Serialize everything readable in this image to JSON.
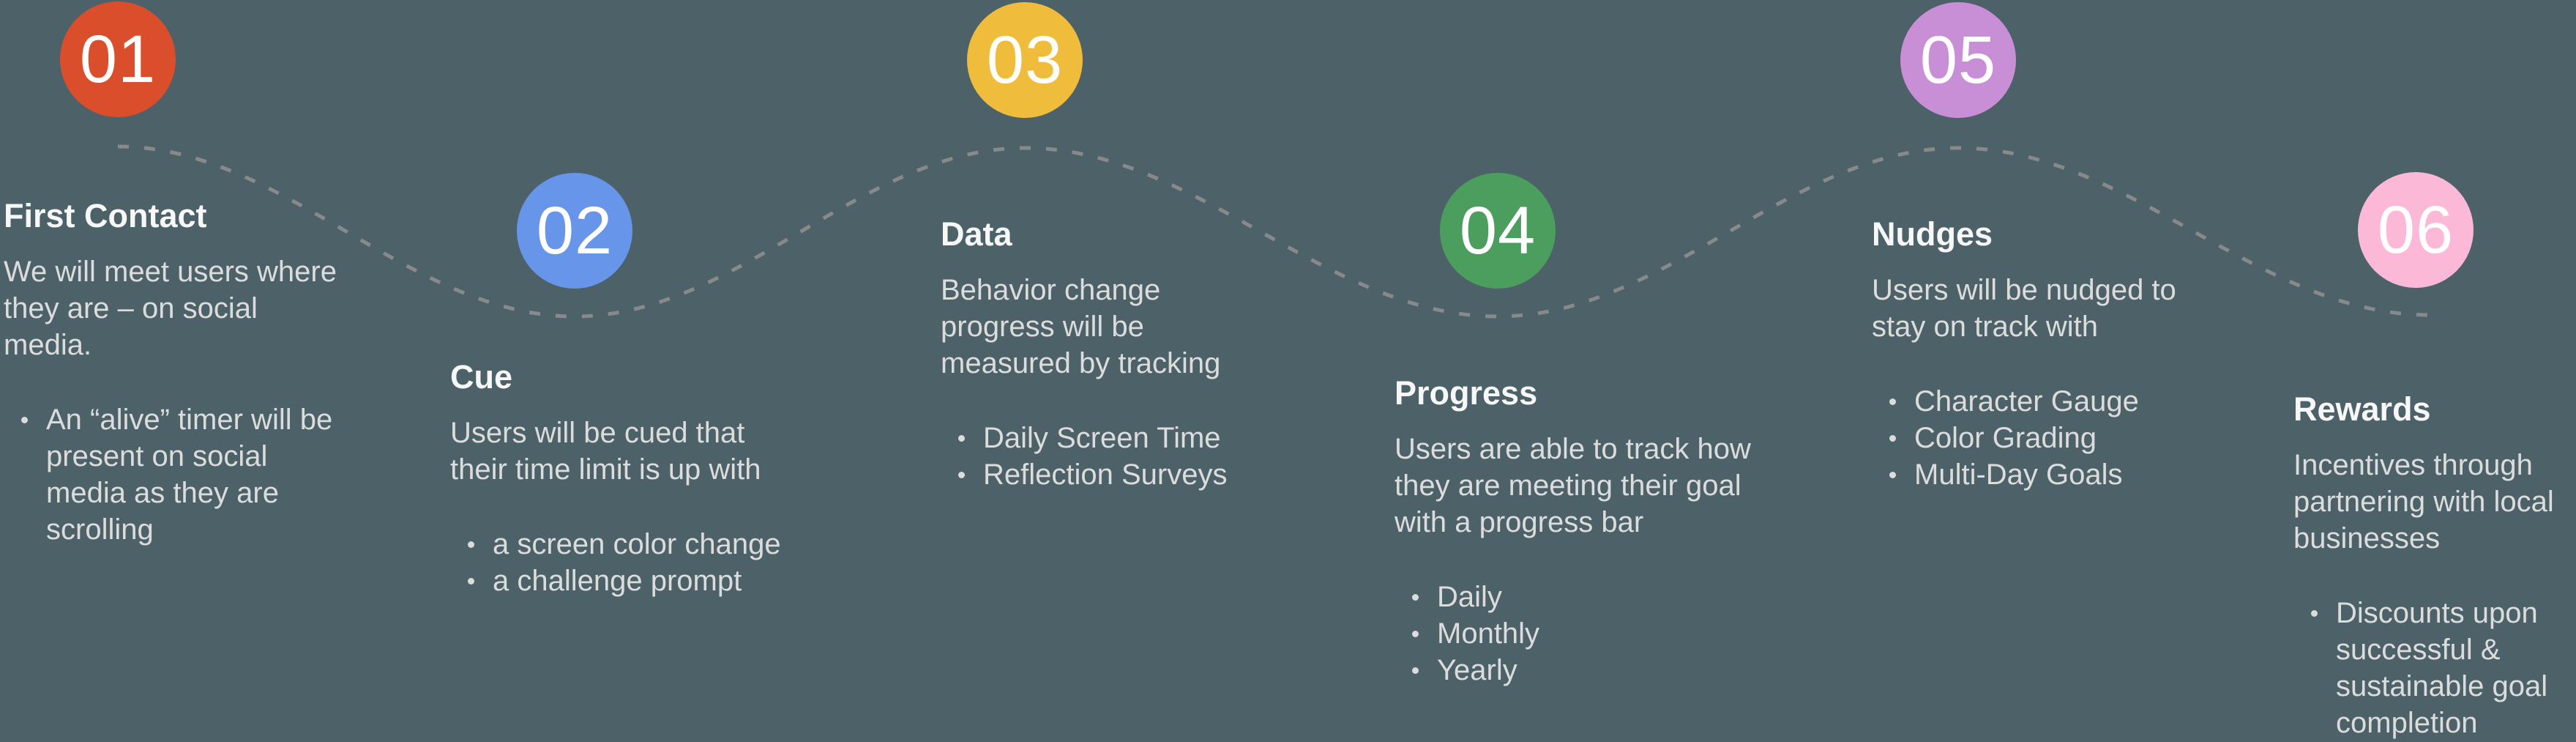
{
  "page": {
    "background": "#4C6268",
    "wave_color": "#8E8E8E",
    "text_color": "#DCDCDC",
    "heading_color": "#F7F7F7",
    "number_text_color": "#FFFFFF"
  },
  "steps": [
    {
      "number": "01",
      "color": "#DA4E2B",
      "title": "First Contact",
      "body": "We will meet users where they are – on social media.",
      "bullets": [
        "An “alive” timer will be present on social media as they are scrolling"
      ]
    },
    {
      "number": "02",
      "color": "#6795EA",
      "title": "Cue",
      "body": "Users will be cued that their time limit is up with",
      "bullets": [
        "a screen color change",
        "a challenge prompt"
      ]
    },
    {
      "number": "03",
      "color": "#EFBC3C",
      "title": "Data",
      "body": "Behavior change progress will be measured by tracking",
      "bullets": [
        "Daily Screen Time",
        "Reflection Surveys"
      ]
    },
    {
      "number": "04",
      "color": "#4C9E5E",
      "title": "Progress",
      "body": "Users are able to track how they are meeting their goal with a progress bar",
      "bullets": [
        "Daily",
        "Monthly",
        "Yearly"
      ]
    },
    {
      "number": "05",
      "color": "#C98FD6",
      "title": "Nudges",
      "body": "Users will be nudged to stay on track with",
      "bullets": [
        "Character Gauge",
        "Color Grading",
        "Multi-Day Goals"
      ]
    },
    {
      "number": "06",
      "color": "#FBB9D7",
      "title": "Rewards",
      "body": "Incentives through partnering with local businesses",
      "bullets": [
        "Discounts upon successful & sustainable goal completion"
      ]
    }
  ]
}
